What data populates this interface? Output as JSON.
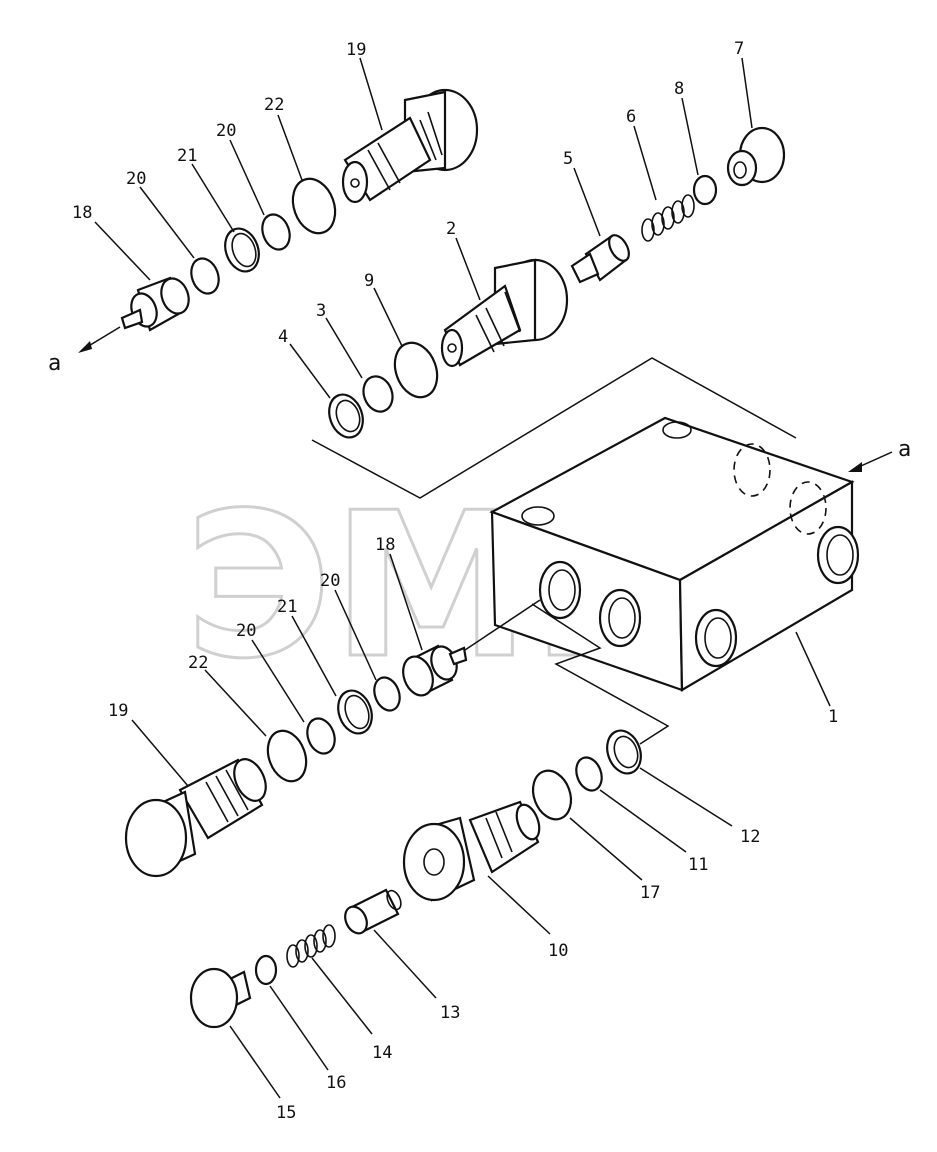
{
  "watermark": {
    "logo_text": "ЭМК",
    "tm": "™"
  },
  "arrow_labels": [
    "a",
    "a"
  ],
  "callouts": {
    "c1": "1",
    "c2": "2",
    "c3": "3",
    "c4": "4",
    "c5": "5",
    "c6": "6",
    "c7": "7",
    "c8": "8",
    "c9": "9",
    "c10": "10",
    "c11": "11",
    "c12": "12",
    "c13": "13",
    "c14": "14",
    "c15": "15",
    "c16": "16",
    "c17": "17",
    "c18a": "18",
    "c18b": "18",
    "c19a": "19",
    "c19b": "19",
    "c20a": "20",
    "c20b": "20",
    "c20c": "20",
    "c20d": "20",
    "c21a": "21",
    "c21b": "21",
    "c22a": "22",
    "c22b": "22"
  }
}
